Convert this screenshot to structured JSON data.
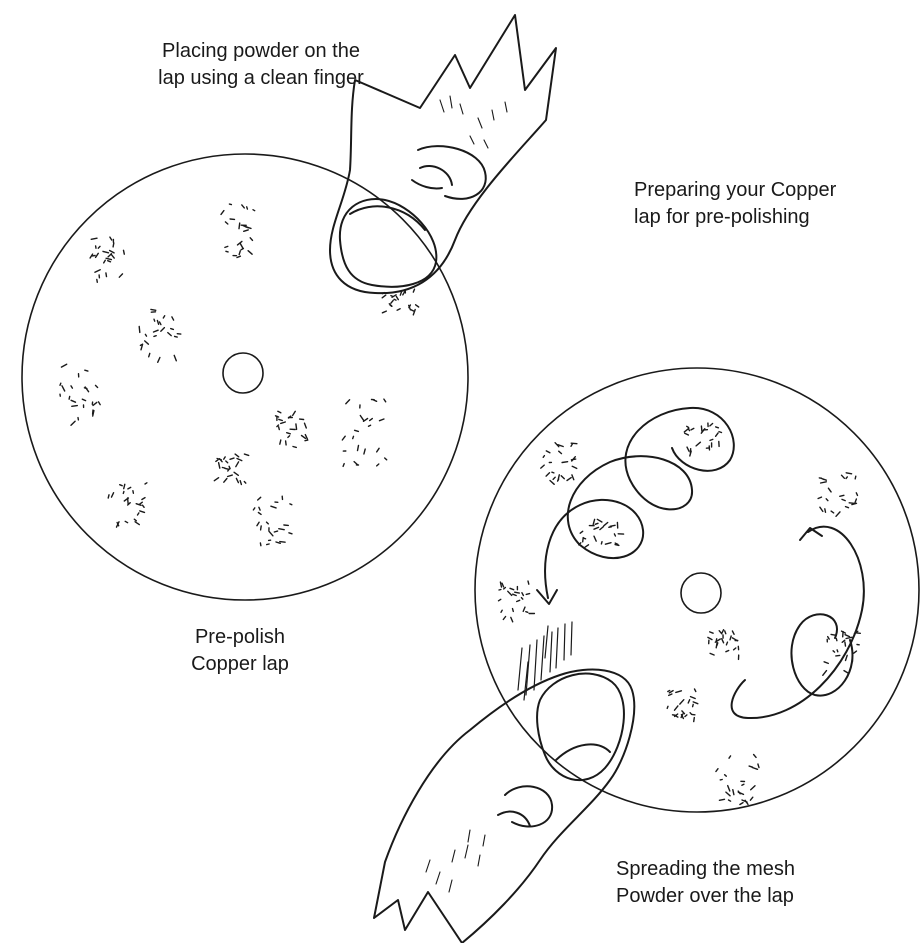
{
  "labels": {
    "placing": [
      "Placing powder on the",
      "lap using a clean finger"
    ],
    "preparing": [
      "Preparing your Copper",
      "lap for pre-polishing"
    ],
    "prepolish": [
      "Pre-polish",
      "Copper lap"
    ],
    "spreading": [
      "Spreading the mesh",
      "Powder over the lap"
    ]
  },
  "colors": {
    "ink": "#1a1a1a",
    "paper": "#ffffff"
  }
}
